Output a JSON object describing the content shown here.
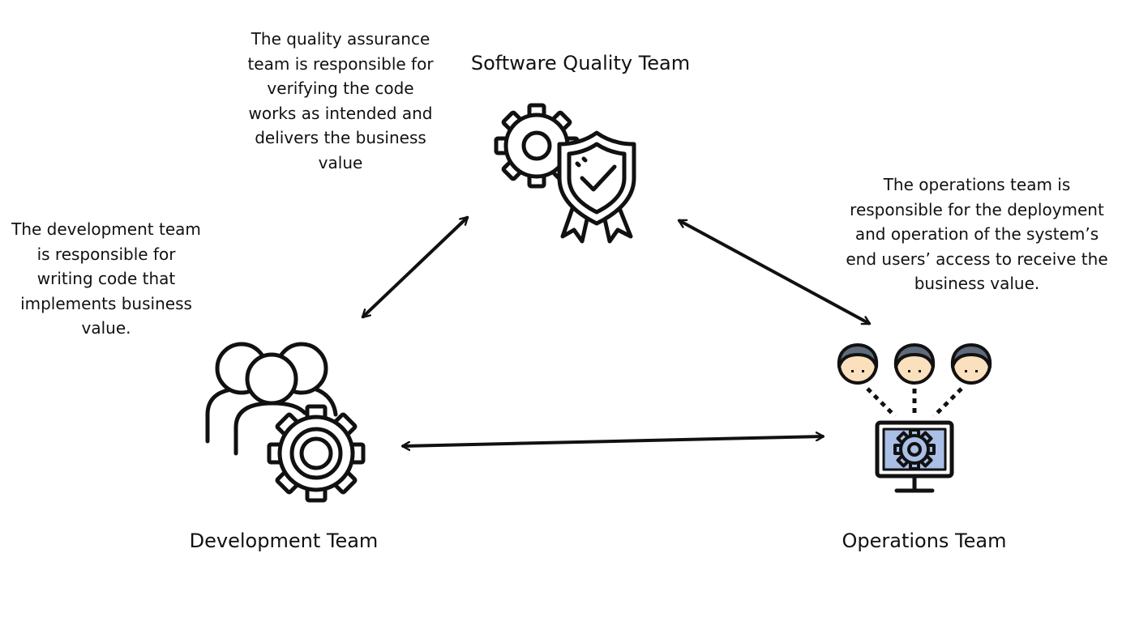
{
  "colors": {
    "line": "#111111",
    "monitor_screen": "#a9bfe6",
    "face": "#fbe0be",
    "hair": "#5f6b7a"
  },
  "icons": {
    "quality": "gear-and-shield-icon",
    "development": "team-with-gear-icon",
    "operations": "users-connected-to-monitor-icon"
  },
  "nodes": {
    "quality": {
      "label": "Software Quality Team",
      "description": "The quality assurance\nteam is responsible for\nverifying the code\nworks as intended and\ndelivers the business\nvalue"
    },
    "development": {
      "label": "Development Team",
      "description": "The development team\nis responsible for\nwriting code that\nimplements business\nvalue."
    },
    "operations": {
      "label": "Operations Team",
      "description": "The operations team is\nresponsible for the deployment\nand operation of the system’s\nend users’ access to receive the\nbusiness value."
    }
  },
  "edges": [
    {
      "from": "development",
      "to": "quality",
      "direction": "both"
    },
    {
      "from": "quality",
      "to": "operations",
      "direction": "both"
    },
    {
      "from": "development",
      "to": "operations",
      "direction": "both"
    }
  ]
}
